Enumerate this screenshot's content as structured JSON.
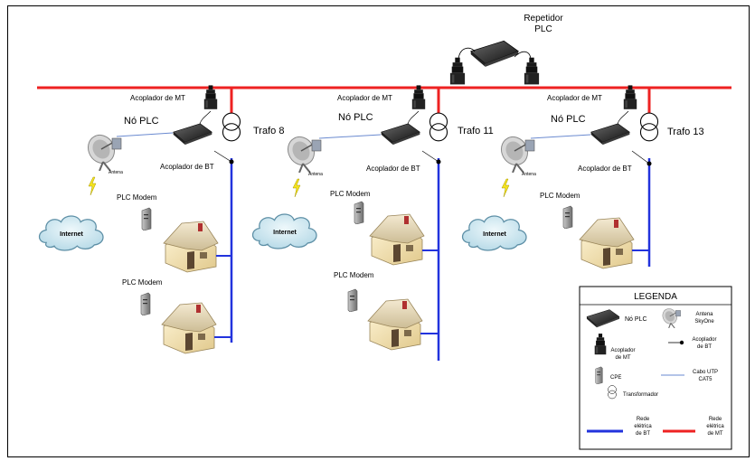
{
  "repeater": {
    "line1": "Repetidor",
    "line2": "PLC"
  },
  "segments": [
    {
      "mt_coupler": "Acoplador de MT",
      "plc_node": "Nó PLC",
      "transformer": "Trafo 8",
      "bt_coupler": "Acoplador de BT",
      "antenna": "Antena",
      "internet": "Internet",
      "modems": [
        "PLC Modem",
        "PLC Modem"
      ]
    },
    {
      "mt_coupler": "Acoplador de MT",
      "plc_node": "Nó PLC",
      "transformer": "Trafo 11",
      "bt_coupler": "Acoplador de BT",
      "antenna": "Antena",
      "internet": "Internet",
      "modems": [
        "PLC Modem",
        "PLC Modem"
      ]
    },
    {
      "mt_coupler": "Acoplador de MT",
      "plc_node": "Nó PLC",
      "transformer": "Trafo 13",
      "bt_coupler": "Acoplador de BT",
      "antenna": "Antena",
      "internet": "Internet",
      "modems": [
        "PLC Modem"
      ]
    }
  ],
  "legend": {
    "title": "LEGENDA",
    "plc_node": "Nó PLC",
    "antenna": [
      "Antena",
      "SkyOne"
    ],
    "mt_coupler": [
      "Acoplador",
      "de MT"
    ],
    "bt_coupler": [
      "Acoplador",
      "de BT"
    ],
    "cpe": "CPE",
    "utp": [
      "Cabo UTP",
      "CAT5"
    ],
    "transformer": "Transformador",
    "bt_network": [
      "Rede",
      "elétrica",
      "de BT"
    ],
    "mt_network": [
      "Rede",
      "elétrica",
      "de MT"
    ]
  },
  "colors": {
    "mt_line": "#ee2222",
    "bt_line": "#2233dd",
    "utp": "#6a8ad0",
    "cloud": "#c8e3ee"
  }
}
